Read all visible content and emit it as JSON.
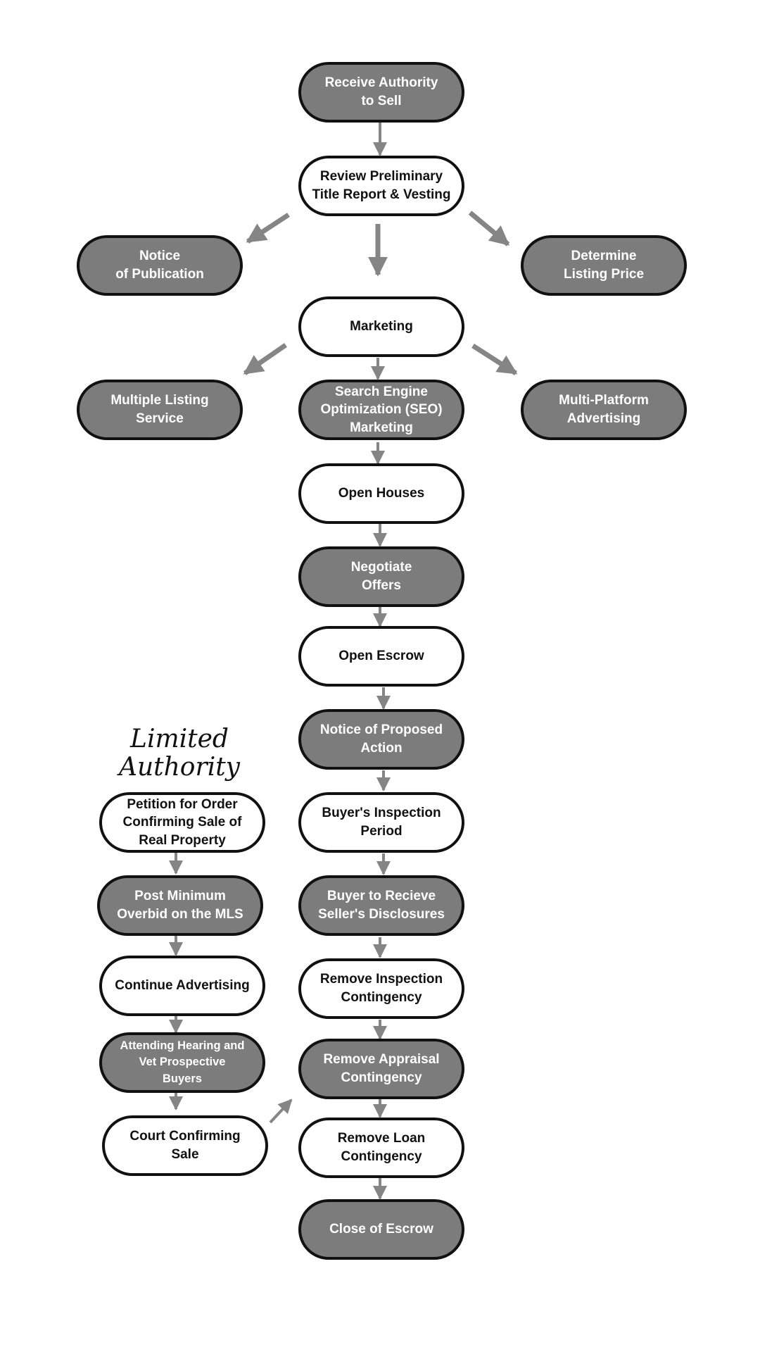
{
  "colors": {
    "dark_fill": "#7c7c7c",
    "light_fill": "#ffffff",
    "outline": "#111111",
    "arrow": "#858585"
  },
  "caption": "Limited\nAuthority",
  "nodes": {
    "receive_authority": "Receive Authority\nto Sell",
    "review_title": "Review Preliminary\nTitle Report & Vesting",
    "notice_publication": "Notice\nof Publication",
    "determine_price": "Determine\nListing Price",
    "marketing": "Marketing",
    "mls": "Multiple Listing\nService",
    "seo": "Search Engine\nOptimization (SEO)\nMarketing",
    "multi_platform": "Multi-Platform\nAdvertising",
    "open_houses": "Open Houses",
    "negotiate": "Negotiate\nOffers",
    "open_escrow": "Open Escrow",
    "notice_action": "Notice of Proposed\nAction",
    "buyer_inspection": "Buyer's Inspection\nPeriod",
    "disclosures": "Buyer to Recieve\nSeller's Disclosures",
    "remove_inspection": "Remove Inspection\nContingency",
    "remove_appraisal": "Remove Appraisal\nContingency",
    "remove_loan": "Remove Loan\nContingency",
    "close_escrow": "Close of Escrow",
    "petition": "Petition for Order\nConfirming Sale of\nReal Property",
    "post_overbid": "Post Minimum\nOverbid on the MLS",
    "continue_adv": "Continue Advertising",
    "attending_hearing": "Attending Hearing and\nVet Prospective\nBuyers",
    "court_confirming": "Court Confirming\nSale"
  }
}
